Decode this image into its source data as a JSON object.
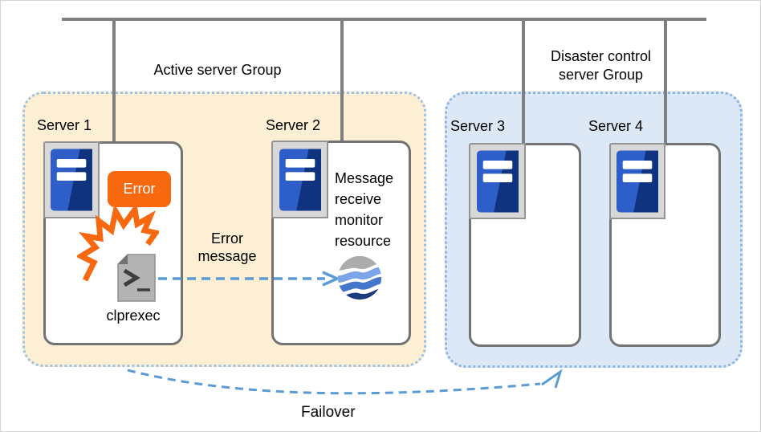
{
  "groups": {
    "active": {
      "label": "Active server Group"
    },
    "disaster": {
      "label": "Disaster control\nserver Group"
    }
  },
  "servers": [
    {
      "label": "Server 1"
    },
    {
      "label": "Server 2"
    },
    {
      "label": "Server 3"
    },
    {
      "label": "Server 4"
    }
  ],
  "server1": {
    "error_badge": "Error",
    "command_label": "clprexec"
  },
  "server2": {
    "monitor_label": "Message\nreceive\nmonitor\nresource"
  },
  "arrows": {
    "error_message_label": "Error\nmessage",
    "failover_label": "Failover"
  },
  "colors": {
    "line_gray": "#7f7f7f",
    "box_border": "#737373",
    "active_fill": "#fcefd3",
    "active_border": "#9cc2e5",
    "disaster_fill": "#dce8f5",
    "disaster_border": "#8bb5e2",
    "arrow_blue": "#5b9bd5",
    "error_orange": "#f8690f",
    "server_icon_blue": "#2e5ec8",
    "server_icon_navy": "#10337f"
  }
}
